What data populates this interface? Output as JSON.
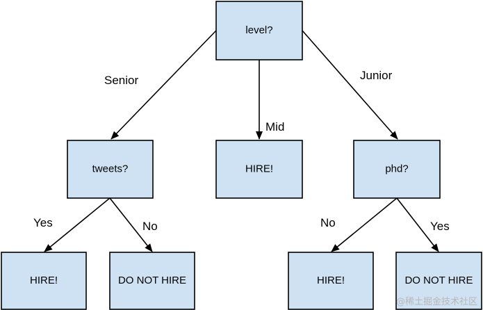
{
  "colors": {
    "node_fill": "#cfe2f3",
    "stroke": "#000000",
    "text": "#000000",
    "watermark": "#b8b8b8"
  },
  "nodes": {
    "root": {
      "label": "level?"
    },
    "tweets": {
      "label": "tweets?"
    },
    "mid_hire": {
      "label": "HIRE!"
    },
    "phd": {
      "label": "phd?"
    },
    "tweets_yes": {
      "label": "HIRE!"
    },
    "tweets_no": {
      "label": "DO NOT HIRE"
    },
    "phd_no": {
      "label": "HIRE!"
    },
    "phd_yes": {
      "label": "DO NOT HIRE"
    }
  },
  "edges": {
    "senior": {
      "label": "Senior"
    },
    "mid": {
      "label": "Mid"
    },
    "junior": {
      "label": "Junior"
    },
    "tweets_yes": {
      "label": "Yes"
    },
    "tweets_no": {
      "label": "No"
    },
    "phd_no": {
      "label": "No"
    },
    "phd_yes": {
      "label": "Yes"
    }
  },
  "watermark": {
    "text": "@稀土掘金技术社区"
  }
}
